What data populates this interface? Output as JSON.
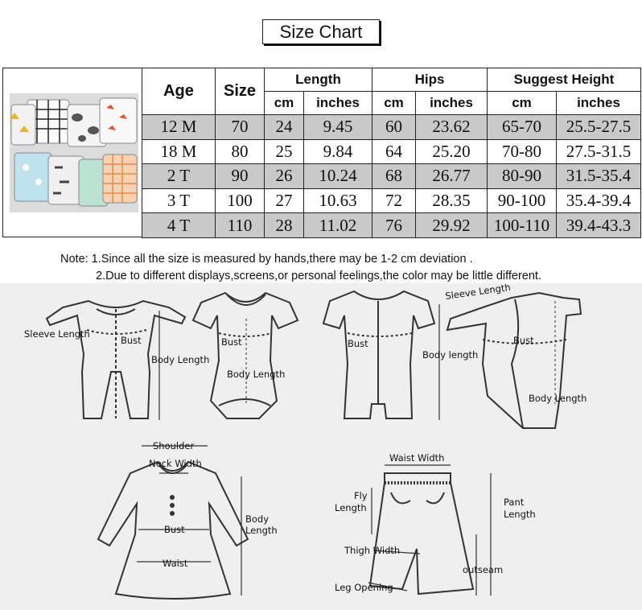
{
  "title": "Size Chart",
  "table": {
    "headers": {
      "age": "Age",
      "size": "Size",
      "length": "Length",
      "hips": "Hips",
      "height": "Suggest Height",
      "cm": "cm",
      "inches": "inches"
    },
    "rows": [
      [
        "12 M",
        "70",
        "24",
        "9.45",
        "60",
        "23.62",
        "65-70",
        "25.5-27.5"
      ],
      [
        "18 M",
        "80",
        "25",
        "9.84",
        "64",
        "25.20",
        "70-80",
        "27.5-31.5"
      ],
      [
        "2 T",
        "90",
        "26",
        "10.24",
        "68",
        "26.77",
        "80-90",
        "31.5-35.4"
      ],
      [
        "3 T",
        "100",
        "27",
        "10.63",
        "72",
        "28.35",
        "90-100",
        "35.4-39.4"
      ],
      [
        "4 T",
        "110",
        "28",
        "11.02",
        "76",
        "29.92",
        "100-110",
        "39.4-43.3"
      ]
    ]
  },
  "notes": {
    "line1": "Note: 1.Since all the size is measured by hands,there may be 1-2 cm deviation .",
    "line2": "2.Due to different displays,screens,or personal feelings,the color may be little different."
  },
  "diagram_labels": {
    "sleeve_length": "Sleeve Length",
    "bust": "Bust",
    "body_length": "Body Length",
    "body_length_lower": "Body length",
    "shoulder": "Shoulder",
    "neck_width": "Neck Width",
    "body": "Body",
    "length": "Length",
    "waist": "Waist",
    "waist_width": "Waist Width",
    "fly": "Fly",
    "pant": "Pant",
    "thigh_width": "Thigh Width",
    "outseam": "outseam",
    "leg_opening": "Leg Opening"
  },
  "colors": {
    "shaded_row": "#c9c9c9",
    "illustration_bg": "#efefef"
  }
}
